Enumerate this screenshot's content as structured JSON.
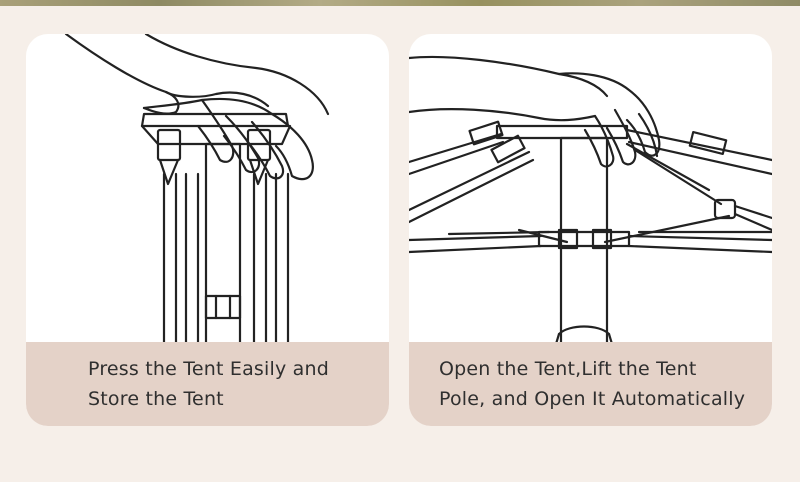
{
  "panels": [
    {
      "caption_lines": [
        "Press the Tent Easily and",
        "Store the Tent"
      ]
    },
    {
      "caption_lines": [
        "Open the Tent,Lift the Tent",
        "Pole, and Open It Automatically"
      ]
    }
  ],
  "colors": {
    "page_background": "#f6efe9",
    "card_background": "#ffffff",
    "caption_panel": "#e4d2c8",
    "line_art": "#222222"
  }
}
